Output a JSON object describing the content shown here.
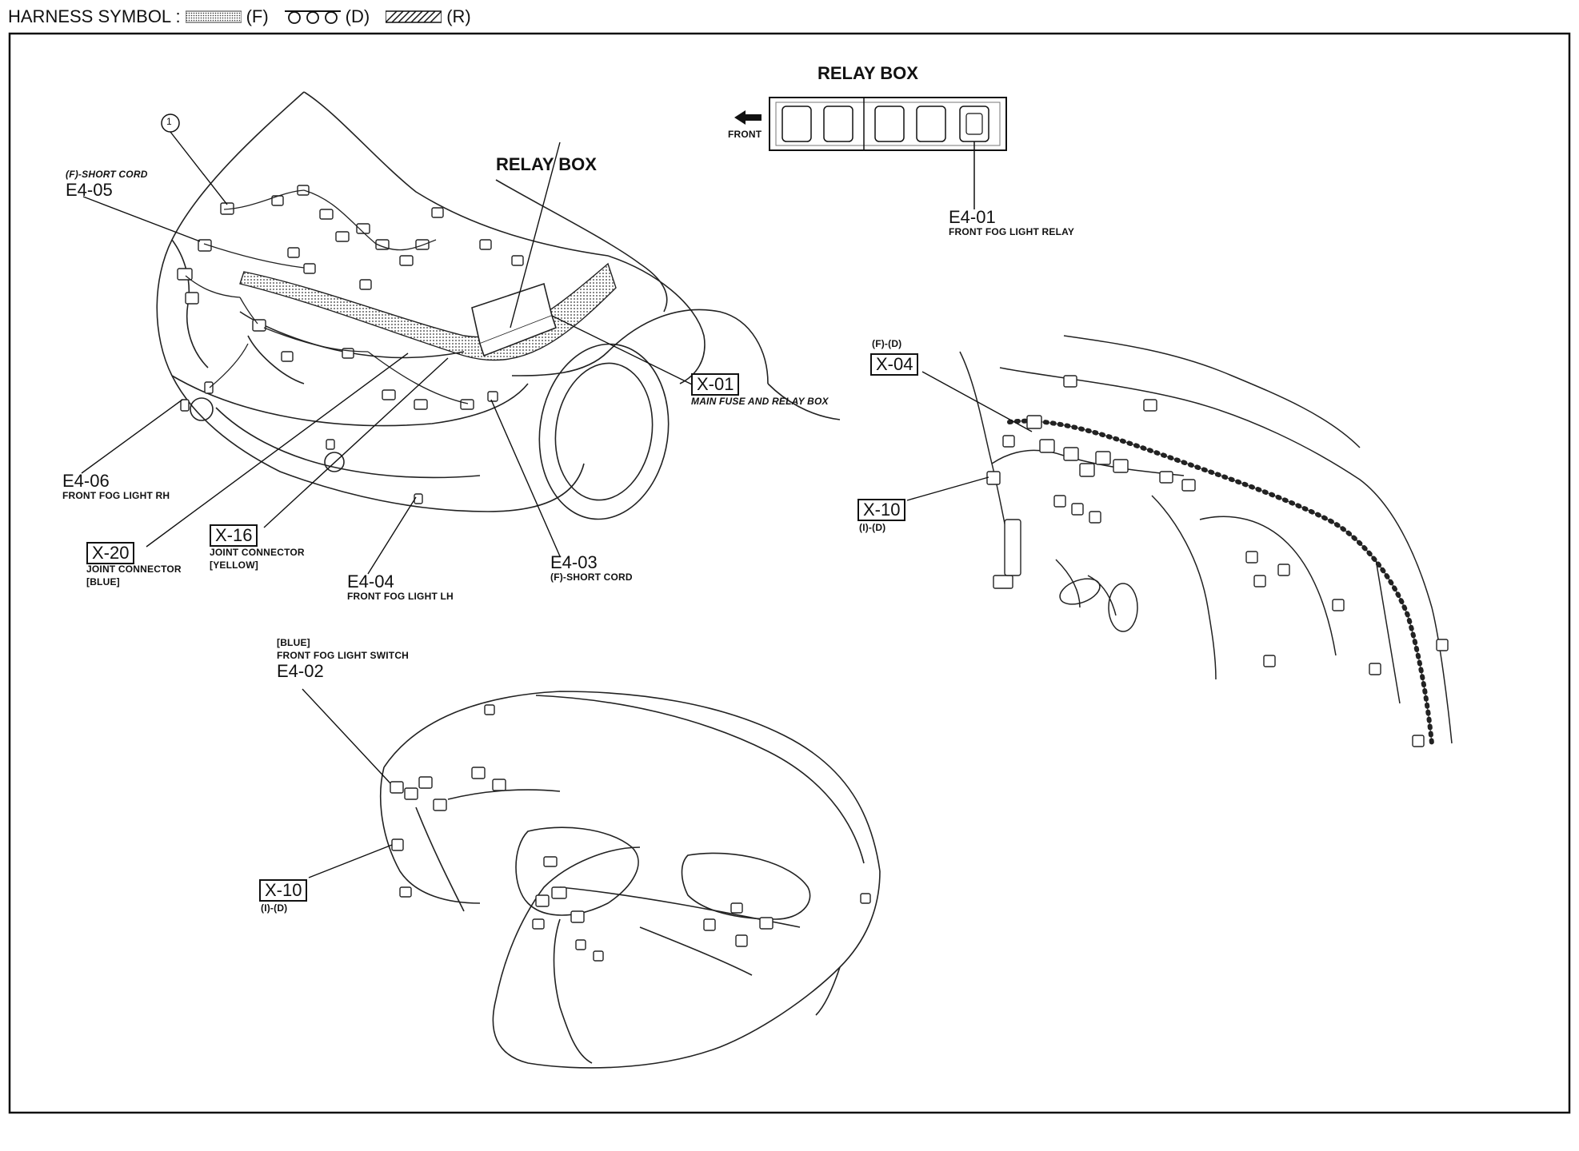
{
  "legend": {
    "label": "HARNESS SYMBOL :",
    "items": [
      {
        "code": "(F)",
        "style": "dotted"
      },
      {
        "code": "(D)",
        "style": "circles"
      },
      {
        "code": "(R)",
        "style": "hatched"
      }
    ]
  },
  "relay_box_detail": {
    "title": "RELAY BOX",
    "front_label": "FRONT"
  },
  "relay_box_main_label": "RELAY BOX",
  "ref_circle": "1",
  "callouts": {
    "e4_01": {
      "code": "E4-01",
      "desc": "FRONT FOG LIGHT RELAY"
    },
    "e4_05": {
      "code": "E4-05",
      "note": "(F)-SHORT CORD"
    },
    "e4_06": {
      "code": "E4-06",
      "desc": "FRONT FOG LIGHT RH"
    },
    "x_01": {
      "code": "X-01",
      "desc": "MAIN FUSE AND RELAY BOX"
    },
    "x_20": {
      "code": "X-20",
      "desc1": "JOINT CONNECTOR",
      "desc2": "[BLUE]"
    },
    "x_16": {
      "code": "X-16",
      "desc1": "JOINT CONNECTOR",
      "desc2": "[YELLOW]"
    },
    "e4_04": {
      "code": "E4-04",
      "desc": "FRONT FOG LIGHT LH"
    },
    "e4_03": {
      "code": "E4-03",
      "desc": "(F)-SHORT CORD"
    },
    "x_04": {
      "code": "X-04",
      "note": "(F)-(D)"
    },
    "x_10_right": {
      "code": "X-10",
      "note": "(I)-(D)"
    },
    "e4_02": {
      "code": "E4-02",
      "note1": "[BLUE]",
      "note2": "FRONT FOG LIGHT SWITCH"
    },
    "x_10_bottom": {
      "code": "X-10",
      "note": "(I)-(D)"
    }
  }
}
